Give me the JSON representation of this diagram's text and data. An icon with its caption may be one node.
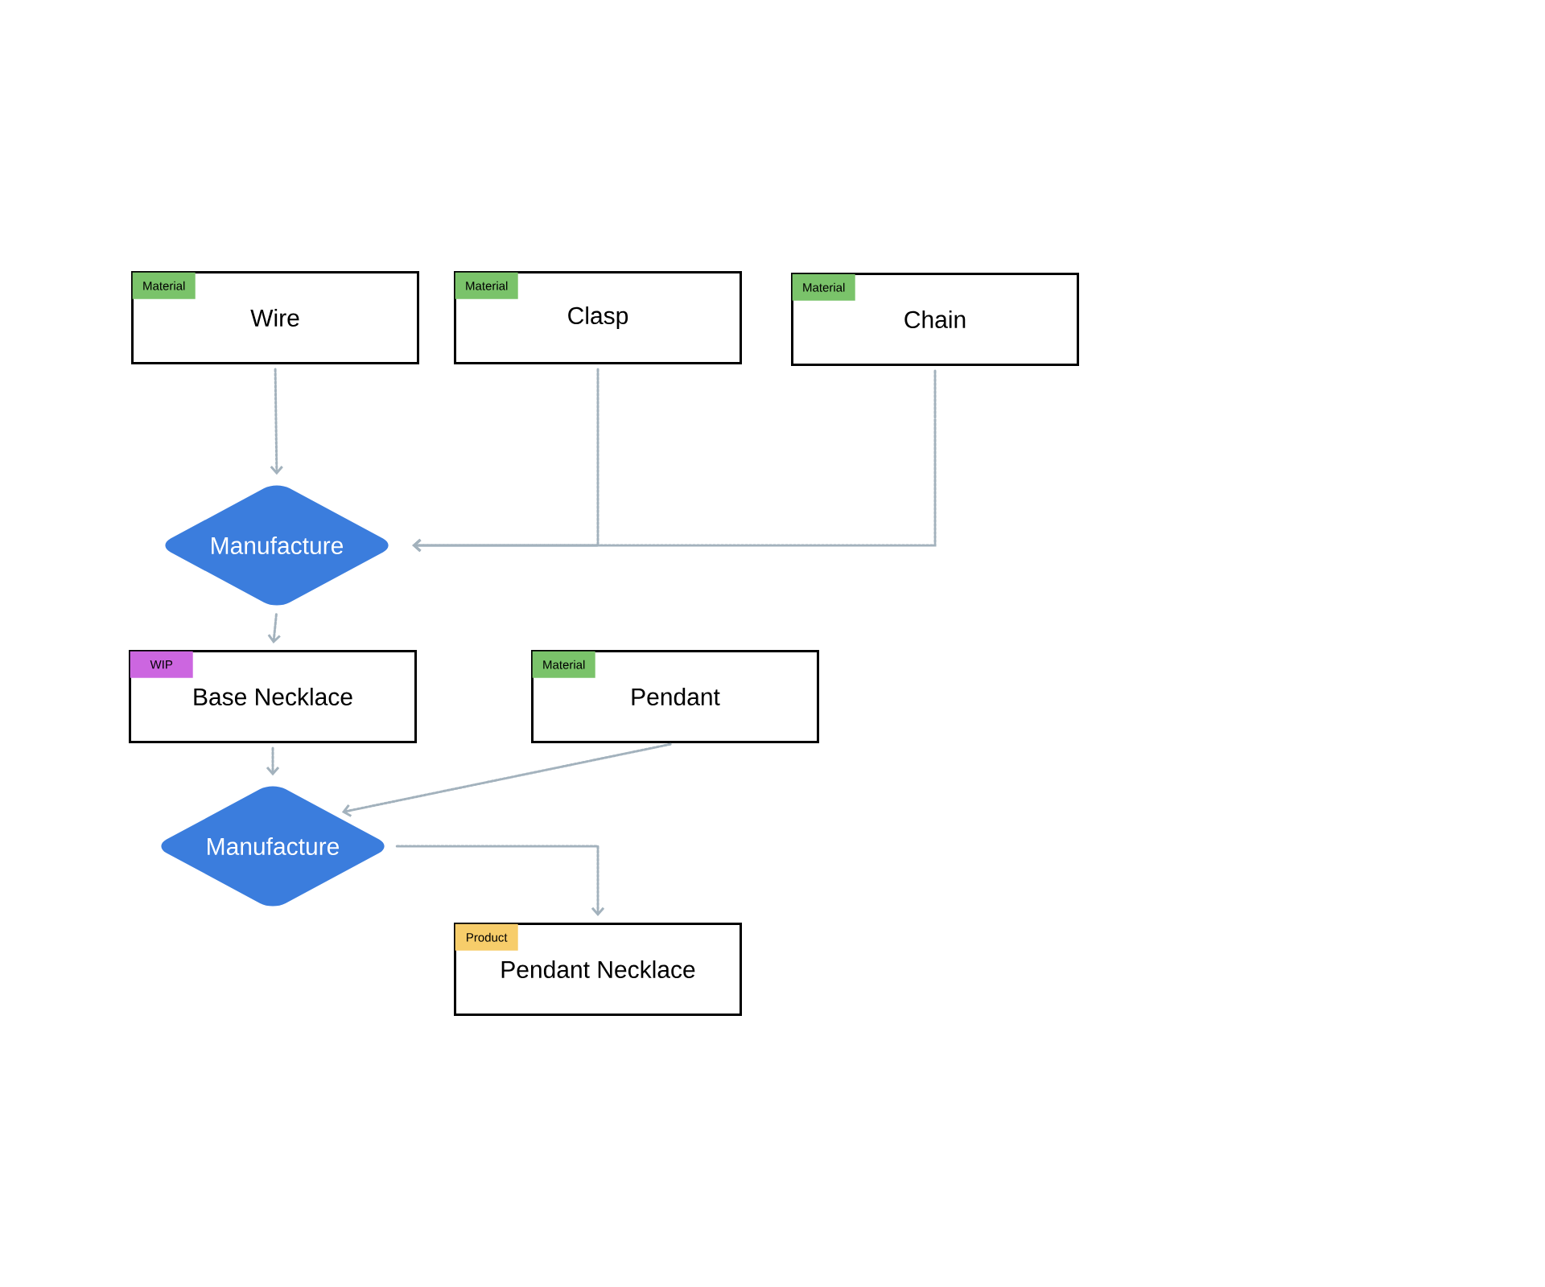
{
  "diagram": {
    "nodes": [
      {
        "text": [
          "Material",
          "Wire"
        ]
      },
      {
        "text": [
          "Material",
          "Clasp"
        ]
      },
      {
        "text": [
          "Material",
          "Chain"
        ]
      },
      {
        "text": [
          "Manufacture"
        ]
      },
      {
        "text": [
          "WIP",
          "Base Necklace"
        ]
      },
      {
        "text": [
          "Material",
          "Pendant"
        ]
      },
      {
        "text": [
          "Manufacture"
        ]
      },
      {
        "text": [
          "Product",
          "Pendant Necklace"
        ]
      }
    ],
    "edges": [
      {
        "from": 0,
        "to": 3,
        "arrow": "to"
      },
      {
        "from": 1,
        "to": 3,
        "arrow": "to"
      },
      {
        "from": 2,
        "to": 3,
        "arrow": "to"
      },
      {
        "from": 3,
        "to": 4,
        "arrow": "to"
      },
      {
        "from": 4,
        "to": 6,
        "arrow": "to"
      },
      {
        "from": 5,
        "to": 6,
        "arrow": "to"
      },
      {
        "from": 6,
        "to": 7,
        "arrow": "to"
      }
    ]
  }
}
